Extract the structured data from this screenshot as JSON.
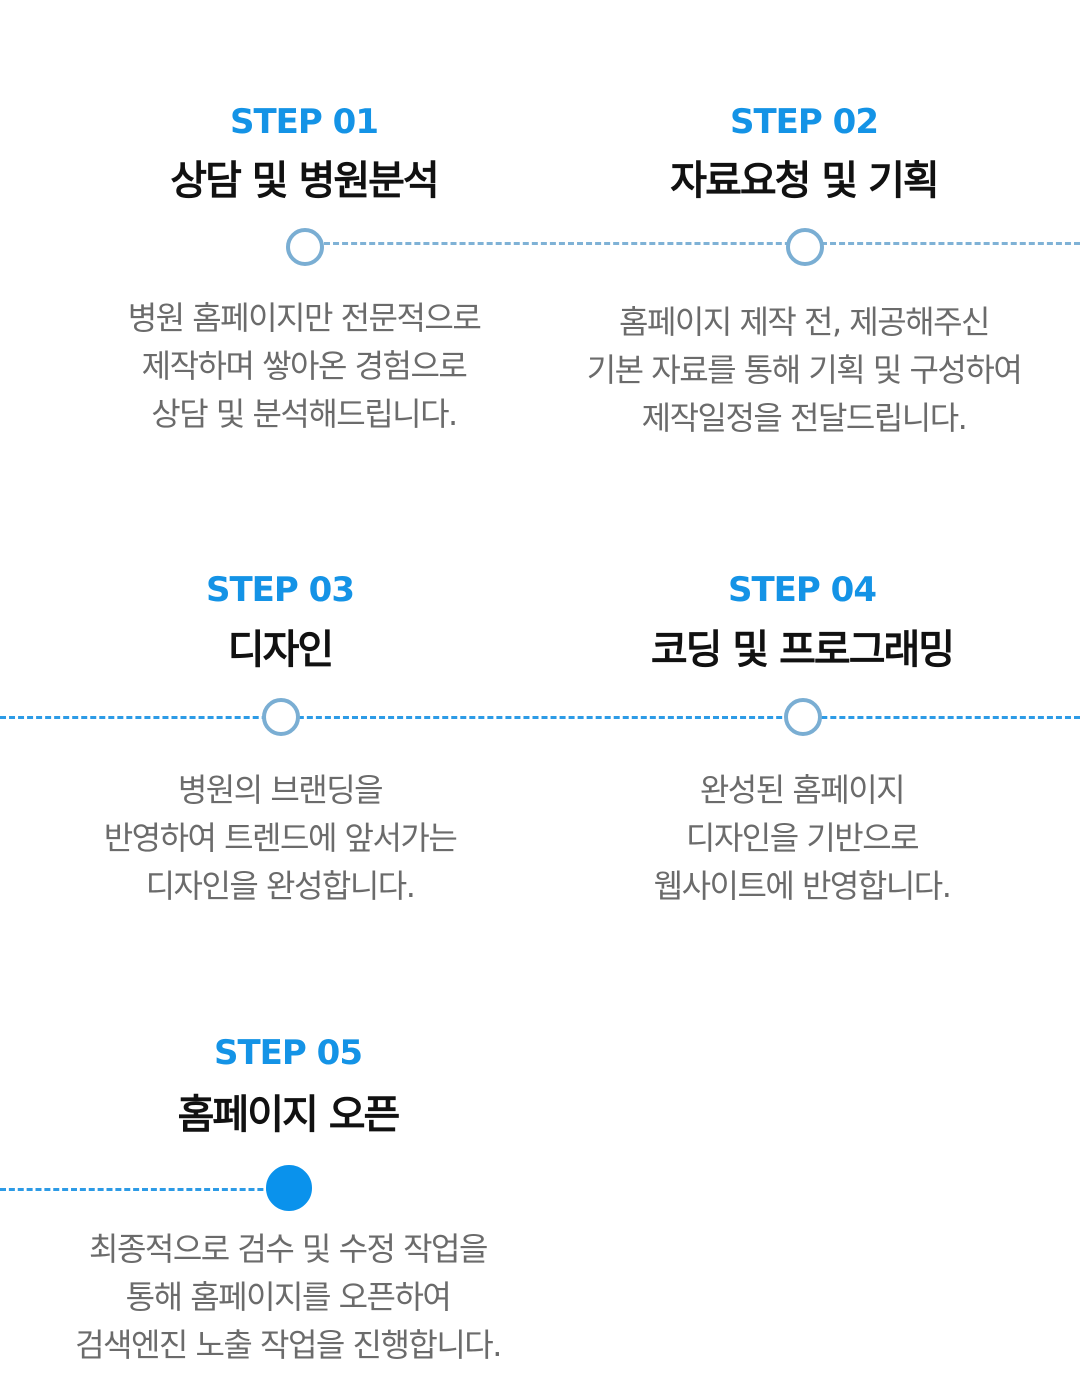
{
  "steps": [
    {
      "label": "STEP 01",
      "title": "상담 및 병원분석",
      "description": [
        "병원 홈페이지만 전문적으로",
        "제작하며 쌓아온 경험으로",
        "상담 및 분석해드립니다."
      ],
      "node_state": "outline"
    },
    {
      "label": "STEP 02",
      "title": "자료요청 및 기획",
      "description": [
        "홈페이지 제작 전, 제공해주신",
        "기본 자료를 통해 기획 및 구성하여",
        "제작일정을 전달드립니다."
      ],
      "node_state": "outline"
    },
    {
      "label": "STEP 03",
      "title": "디자인",
      "description": [
        "병원의 브랜딩을",
        "반영하여 트렌드에 앞서가는",
        "디자인을 완성합니다."
      ],
      "node_state": "outline"
    },
    {
      "label": "STEP 04",
      "title": "코딩 및 프로그래밍",
      "description": [
        "완성된 홈페이지",
        "디자인을 기반으로",
        "웹사이트에 반영합니다."
      ],
      "node_state": "outline"
    },
    {
      "label": "STEP 05",
      "title": "홈페이지 오픈",
      "description": [
        "최종적으로 검수 및 수정 작업을",
        "통해 홈페이지를 오픈하여",
        "검색엔진 노출 작업을 진행합니다."
      ],
      "node_state": "filled"
    }
  ],
  "colors": {
    "step_label": "#1493e6",
    "title": "#111111",
    "description": "#6b6b6b",
    "node_outline": "#7aaed3",
    "node_filled": "#0a92ec",
    "line_light": "#7fb2d6",
    "line_blue": "#2d9be6"
  }
}
